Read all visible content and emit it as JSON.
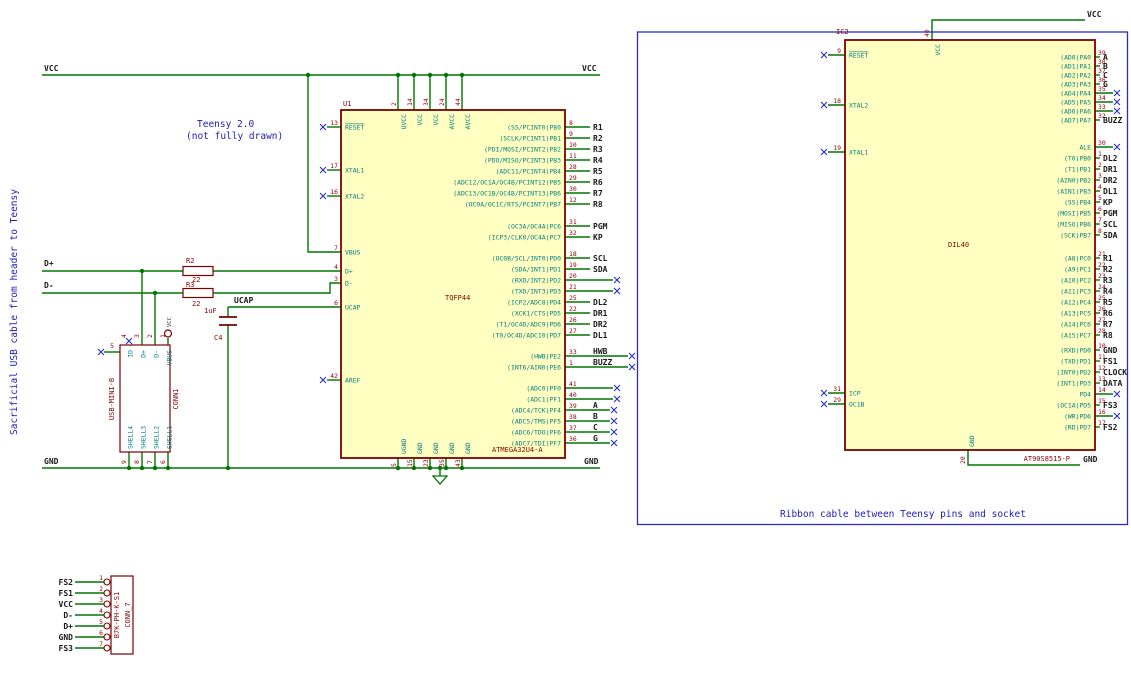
{
  "notes": {
    "left_vertical": "Sacrificial USB cable from header to Teensy",
    "teensy_line1": "Teensy 2.0",
    "teensy_line2": "(not fully drawn)",
    "ribbon": "Ribbon cable between Teensy pins and socket"
  },
  "nets": {
    "vcc": "VCC",
    "gnd": "GND",
    "dplus": "D+",
    "dminus": "D-",
    "ucap": "UCAP"
  },
  "colors": {
    "wire": "#007700",
    "body_fill": "#ffffc2",
    "outline": "#7a0000",
    "pin_name": "#008080",
    "pin_number": "#8b0000",
    "net_label": "#1a1a1a",
    "note_blue": "#1d1dbb",
    "frame_blue": "#2a2ac8"
  },
  "u1": {
    "ref": "U1",
    "footprint": "TQFP44",
    "value": "ATMEGA32U4-A",
    "left_pins": [
      {
        "name": "RESET",
        "number": "13",
        "nc": true,
        "overline": true
      },
      {
        "name": "XTAL1",
        "number": "17",
        "nc": true
      },
      {
        "name": "XTAL2",
        "number": "16",
        "nc": true
      },
      {
        "name": "VBUS",
        "number": "7"
      },
      {
        "name": "D+",
        "number": "4"
      },
      {
        "name": "D-",
        "number": "3"
      },
      {
        "name": "UCAP",
        "number": "6"
      },
      {
        "name": "AREF",
        "number": "42",
        "nc": true
      }
    ],
    "top_pins": [
      {
        "name": "UVCC",
        "number": "2"
      },
      {
        "name": "VCC",
        "number": "14"
      },
      {
        "name": "VCC",
        "number": "34"
      },
      {
        "name": "AVCC",
        "number": "24"
      },
      {
        "name": "AVCC",
        "number": "44"
      }
    ],
    "bottom_pins": [
      {
        "name": "UGND",
        "number": "5"
      },
      {
        "name": "GND",
        "number": "15"
      },
      {
        "name": "GND",
        "number": "23"
      },
      {
        "name": "GND",
        "number": "35"
      },
      {
        "name": "GND",
        "number": "43"
      }
    ],
    "right_pins": [
      {
        "name": "(SS/PCINT0)PB0",
        "number": "8",
        "label": "R1"
      },
      {
        "name": "(SCLK/PCINT1)PB1",
        "number": "9",
        "label": "R2"
      },
      {
        "name": "(PDI/MOSI/PCINT2)PB2",
        "number": "10",
        "label": "R3"
      },
      {
        "name": "(PDO/MISO/PCINT3)PB3",
        "number": "11",
        "label": "R4"
      },
      {
        "name": "(ADC11/PCINT4)PB4",
        "number": "28",
        "label": "R5"
      },
      {
        "name": "(ADC12/OC1A/OC4B/PCINT12)PB5",
        "number": "29",
        "label": "R6"
      },
      {
        "name": "(ADC13/OC1B/OC4B/PCINT13)PB6",
        "number": "30",
        "label": "R7"
      },
      {
        "name": "(OC0A/OC1C/RTS/PCINT7)PB7",
        "number": "12",
        "label": "R8"
      },
      {
        "name": "(OC3A/OC4A)PC6",
        "number": "31",
        "label": "PGM"
      },
      {
        "name": "(ICP3/CLK0/OC4A)PC7",
        "number": "32",
        "label": "KP"
      },
      {
        "name": "(OC0B/SCL/INT0)PD0",
        "number": "18",
        "label": "SCL"
      },
      {
        "name": "(SDA/INT1)PD1",
        "number": "19",
        "label": "SDA"
      },
      {
        "name": "(RXD/INT2)PD2",
        "number": "20",
        "nc": true
      },
      {
        "name": "(TXD/INT3)PD3",
        "number": "21",
        "nc": true
      },
      {
        "name": "(ICP2/ADC8)PD4",
        "number": "25",
        "label": "DL2"
      },
      {
        "name": "(XCK1/CTS)PD5",
        "number": "22",
        "label": "DR1"
      },
      {
        "name": "(T1/OC4D/ADC9)PD6",
        "number": "26",
        "label": "DR2"
      },
      {
        "name": "(T0/OC4D/ADC10)PD7",
        "number": "27",
        "label": "DL1"
      },
      {
        "name": "(HWB)PE2",
        "number": "33",
        "label": "HWB",
        "nc": true
      },
      {
        "name": "(INT6/AIN0)PE6",
        "number": "1",
        "label": "BUZZ",
        "nc": true
      },
      {
        "name": "(ADC0)PF0",
        "number": "41",
        "nc": true
      },
      {
        "name": "(ADC1)PF1",
        "number": "40",
        "nc": true
      },
      {
        "name": "(ADC4/TCK)PF4",
        "number": "39",
        "label": "A",
        "nc": true
      },
      {
        "name": "(ADC5/TMS)PF5",
        "number": "38",
        "label": "B",
        "nc": true
      },
      {
        "name": "(ADC6/TDO)PF6",
        "number": "37",
        "label": "C",
        "nc": true
      },
      {
        "name": "(ADC7/TDI)PF7",
        "number": "36",
        "label": "G",
        "nc": true
      }
    ]
  },
  "ic2": {
    "ref": "IC2",
    "footprint": "DIL40",
    "value": "AT90S8515-P",
    "left_pins": [
      {
        "name": "RESET",
        "number": "9",
        "nc": true,
        "overline": true
      },
      {
        "name": "XTAL2",
        "number": "18",
        "nc": true
      },
      {
        "name": "XTAL1",
        "number": "19",
        "nc": true
      },
      {
        "name": "ICP",
        "number": "31",
        "nc": true
      },
      {
        "name": "OC1B",
        "number": "29",
        "nc": true
      }
    ],
    "top_pins": [
      {
        "name": "VCC",
        "number": "40"
      }
    ],
    "bottom_pins": [
      {
        "name": "GND",
        "number": "20"
      }
    ],
    "right_pins": [
      {
        "name": "(AD0)PA0",
        "number": "39",
        "label": "A"
      },
      {
        "name": "(AD1)PA1",
        "number": "38",
        "label": "B"
      },
      {
        "name": "(AD2)PA2",
        "number": "37",
        "label": "C"
      },
      {
        "name": "(AD3)PA3",
        "number": "36",
        "label": "G"
      },
      {
        "name": "(AD4)PA4",
        "number": "35",
        "nc": true
      },
      {
        "name": "(AD5)PA5",
        "number": "34",
        "nc": true
      },
      {
        "name": "(AD6)PA6",
        "number": "33",
        "nc": true
      },
      {
        "name": "(AD7)PA7",
        "number": "32",
        "label": "BUZZ"
      },
      {
        "name": "ALE",
        "number": "30",
        "nc": true
      },
      {
        "name": "(T0)PB0",
        "number": "1",
        "label": "DL2"
      },
      {
        "name": "(T1)PB1",
        "number": "2",
        "label": "DR1"
      },
      {
        "name": "(AIN0)PB2",
        "number": "3",
        "label": "DR2"
      },
      {
        "name": "(AIN1)PB3",
        "number": "4",
        "label": "DL1"
      },
      {
        "name": "(SS)PB4",
        "number": "5",
        "label": "KP"
      },
      {
        "name": "(MOSI)PB5",
        "number": "6",
        "label": "PGM"
      },
      {
        "name": "(MISO)PB6",
        "number": "7",
        "label": "SCL"
      },
      {
        "name": "(SCK)PB7",
        "number": "8",
        "label": "SDA"
      },
      {
        "name": "(A8)PC0",
        "number": "21",
        "label": "R1"
      },
      {
        "name": "(A9)PC1",
        "number": "22",
        "label": "R2"
      },
      {
        "name": "(A10)PC2",
        "number": "23",
        "label": "R3"
      },
      {
        "name": "(A11)PC3",
        "number": "24",
        "label": "R4"
      },
      {
        "name": "(A12)PC4",
        "number": "25",
        "label": "R5"
      },
      {
        "name": "(A13)PC5",
        "number": "26",
        "label": "R6"
      },
      {
        "name": "(A14)PC6",
        "number": "27",
        "label": "R7"
      },
      {
        "name": "(A15)PC7",
        "number": "28",
        "label": "R8"
      },
      {
        "name": "(RXD)PD0",
        "number": "10",
        "label": "GND"
      },
      {
        "name": "(TXD)PD1",
        "number": "11",
        "label": "FS1"
      },
      {
        "name": "(INT0)PD2",
        "number": "12",
        "label": "CLOCK"
      },
      {
        "name": "(INT1)PD3",
        "number": "13",
        "label": "DATA"
      },
      {
        "name": "PD4",
        "number": "14",
        "nc": true
      },
      {
        "name": "(OC1A)PD5",
        "number": "15",
        "label": "FS3"
      },
      {
        "name": "(WR)PD6",
        "number": "16",
        "nc": true
      },
      {
        "name": "(RD)PD7",
        "number": "17",
        "label": "FS2"
      }
    ]
  },
  "conn1": {
    "ref": "CONN1",
    "value": "USB-MINI-B",
    "top_pins": [
      {
        "name": "ID",
        "number": "4",
        "nc": true
      },
      {
        "name": "D+",
        "number": "3"
      },
      {
        "name": "D-",
        "number": "2"
      },
      {
        "name": "VBUS",
        "number": "1"
      }
    ],
    "side_pin": {
      "number": "5",
      "nc": true
    },
    "bottom_pins": [
      {
        "name": "SHELL4",
        "number": "9"
      },
      {
        "name": "SHELL3",
        "number": "8"
      },
      {
        "name": "SHELL2",
        "number": "7"
      },
      {
        "name": "SHELL1",
        "number": "6"
      }
    ]
  },
  "conn7": {
    "ref": "CONN_7",
    "value": "B7K-PH-K-S1",
    "pins": [
      {
        "label": "FS2",
        "number": "1"
      },
      {
        "label": "FS1",
        "number": "2"
      },
      {
        "label": "VCC",
        "number": "3"
      },
      {
        "label": "D-",
        "number": "4"
      },
      {
        "label": "D+",
        "number": "5"
      },
      {
        "label": "GND",
        "number": "6"
      },
      {
        "label": "FS3",
        "number": "7"
      }
    ]
  },
  "r2": {
    "ref": "R2",
    "value": "22"
  },
  "r3": {
    "ref": "R3",
    "value": "22"
  },
  "c4": {
    "ref": "C4",
    "value": "1uF"
  }
}
